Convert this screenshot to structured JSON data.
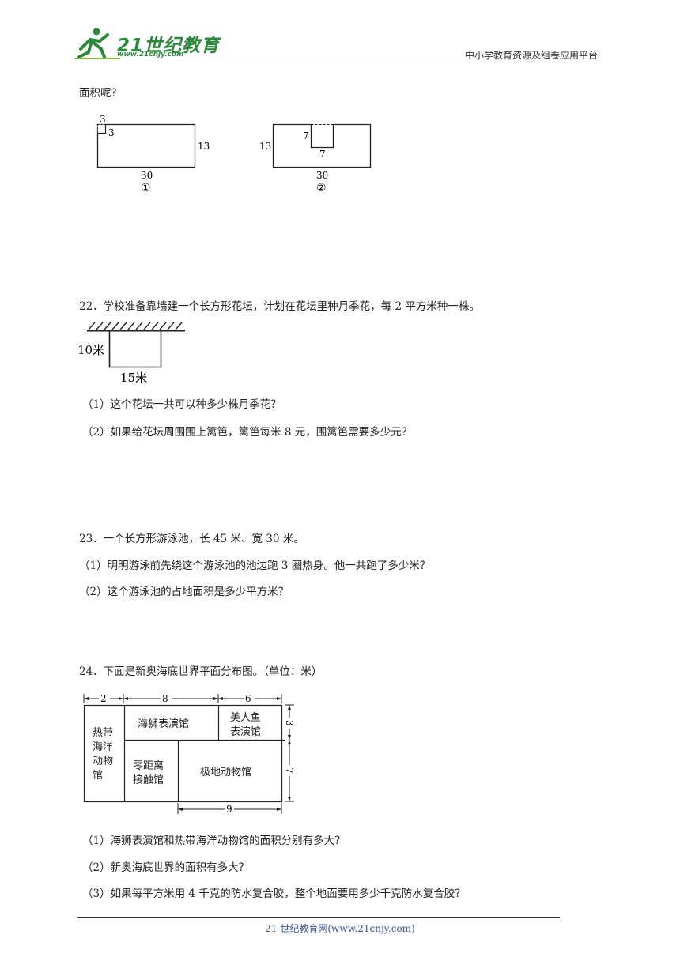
{
  "header": {
    "logo_text": "21世纪教育",
    "logo_url": "www.21cnjy.com",
    "right_text": "中小学教育资源及组卷应用平台"
  },
  "q21": {
    "tail": "面积呢？",
    "fig1": {
      "top_small": "3",
      "side_small": "3",
      "right": "13",
      "bottom": "30",
      "label": "①"
    },
    "fig2": {
      "left": "13",
      "notch_side": "7",
      "notch_bottom": "7",
      "bottom": "30",
      "label": "②"
    }
  },
  "q22": {
    "stem": "22．学校准备靠墙建一个长方形花坛，计划在花坛里种月季花，每 2 平方米种一株。",
    "fig": {
      "side": "10米",
      "bottom": "15米"
    },
    "sub1": "（1）这个花坛一共可以种多少株月季花？",
    "sub2": "（2）如果给花坛周围围上篱笆，篱笆每米 8 元，围篱笆需要多少元？"
  },
  "q23": {
    "stem": "23．一个长方形游泳池，长 45 米、宽 30 米。",
    "sub1": "（1）明明游泳前先绕这个游泳池的池边跑 3 圈热身。他一共跑了多少米？",
    "sub2": "（2）这个游泳池的占地面积是多少平方米？"
  },
  "q24": {
    "stem": "24．下面是新奥海底世界平面分布图。（单位：米）",
    "map": {
      "dim_top_1": "2",
      "dim_top_2": "8",
      "dim_top_3": "6",
      "dim_right_1": "3",
      "dim_right_2": "7",
      "dim_bottom": "9",
      "hall_tropical": [
        "热带",
        "海洋",
        "动物",
        "馆"
      ],
      "hall_sealion": "海狮表演馆",
      "hall_mermaid": [
        "美人鱼",
        "表演馆"
      ],
      "hall_touch": [
        "零距离",
        "接触馆"
      ],
      "hall_polar": "极地动物馆"
    },
    "sub1": "（1）海狮表演馆和热带海洋动物馆的面积分别有多大？",
    "sub2": "（2）新奥海底世界的面积有多大？",
    "sub3": "（3）如果每平方米用 4 千克的防水复合胶，整个地面要用多少千克防水复合胶？"
  },
  "footer": {
    "text": "21 世纪教育网(www.21cnjy.com)"
  }
}
